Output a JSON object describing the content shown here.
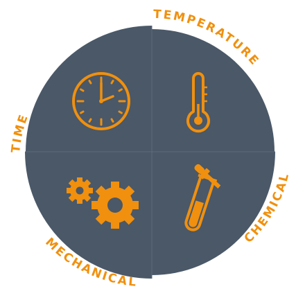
{
  "labels": {
    "temperature": "TEMPERATURE",
    "time": "TIME",
    "chemical": "CHEMICAL",
    "mechanical": "MECHANICAL"
  },
  "icons": {
    "top_left": "clock-icon",
    "top_right": "thermometer-icon",
    "bottom_left": "gears-icon",
    "bottom_right": "test-tube-dropper-icon"
  },
  "colors": {
    "segment": "#4a5868",
    "accent": "#f0900e",
    "background": "#ffffff"
  }
}
